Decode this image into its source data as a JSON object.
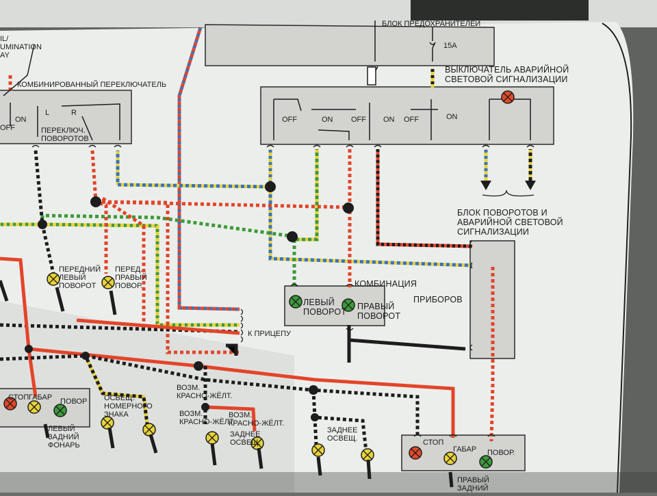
{
  "diagram": {
    "labels": {
      "illumination_relay": "IL/\nUMINATION\nAY",
      "combo_switch": "КОМБИНИРОВАННЫЙ ПЕРЕКЛЮЧАТЕЛЬ",
      "turn_switch": "ПЕРЕКЛЮЧ.\nПОВОРОТОВ",
      "switch_l": "L",
      "switch_r": "R",
      "switch_off_left": "OFF",
      "switch_on_left": "ON",
      "fuse_block": "БЛОК ПРЕДОХРАНИТЕЛЕЙ",
      "fuse_rating": "15А",
      "hazard_switch": "ВЫКЛЮЧАТЕЛЬ АВАРИЙНОЙ\nСВЕТОВОЙ СИГНАЛИЗАЦИИ",
      "off1": "OFF",
      "on1": "ON",
      "off2": "OFF",
      "on2": "ON",
      "off3": "OFF",
      "on3": "ON",
      "flasher_unit": "БЛОК ПОВОРОТОВ И\nАВАРИЙНОЙ СВЕТОВОЙ\nСИГНАЛИЗАЦИИ",
      "front_left_turn": "ПЕРЕДНИЙ\nЛЕВЫЙ\nПОВОРОТ",
      "front_right_turn": "ПЕРЕД.\nПРАВЫЙ\nПОВОР.",
      "instrument_cluster_1": "КОМБИНАЦИЯ",
      "instrument_cluster_2": "ПРИБОРОВ",
      "left_turn_ind": "ЛЕВЫЙ\nПОВОРОТ",
      "right_turn_ind": "ПРАВЫЙ\nПОВОРОТ",
      "to_trailer": "К ПРИЦЕПУ",
      "stop": "СТОП",
      "gabar": "ГАБАР",
      "povor": "ПОВОР",
      "left_rear_lamp": "ЛЕВЫЙ\nЗАДНИЙ\nФОНАРЬ",
      "plate_light": "ОСВЕЩ.\nНОМЕРНОГО\nЗНАКА",
      "possible_red_yellow_1": "ВОЗМ.\nКРАСНО-ЖЁЛТ.",
      "possible_red_yellow_2": "ВОЗМ.\nКРАСНО-ЖЁЛТ.",
      "possible_red_yellow_3": "ВОЗМ.\nКРАСНО-ЖЁЛТ.",
      "rear_light_1": "ЗАДНЕЕ\nОСВЕЩ.",
      "rear_light_2": "ЗАДНЕЕ\nОСВЕЩ.",
      "stop_r": "СТОП",
      "gabar_r": "ГАБАР",
      "povor_r": "ПОВОР.",
      "right_rear_lamp": "ПРАВЫЙ\nЗАДНИЙ\nФОНАРЬ"
    },
    "colors": {
      "paper": "#eceeec",
      "box": "#d3d3d0",
      "red": "#e2452a",
      "yellow": "#e8d23a",
      "green": "#3e9a3a",
      "blue": "#3a74b8",
      "black": "#1d1d1d",
      "lamp_green": "#3c9a3c",
      "lamp_yellow": "#e7d23a",
      "lamp_red": "#e24a2a"
    }
  }
}
